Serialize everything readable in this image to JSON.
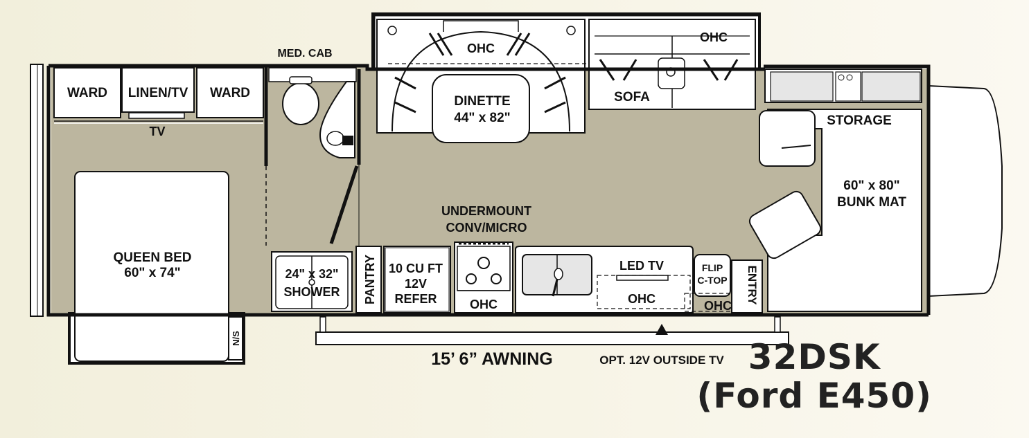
{
  "labels": {
    "med_cab": "MED. CAB",
    "ward_left": "WARD",
    "linen_tv": "LINEN/TV",
    "ward_right": "WARD",
    "tv": "TV",
    "queen_bed_1": "QUEEN BED",
    "queen_bed_2": "60\" x 74\"",
    "ns": "N/S",
    "shower_1": "24\" x 32\"",
    "shower_2": "SHOWER",
    "pantry": "PANTRY",
    "refer_1": "10 CU FT",
    "refer_2": "12V",
    "refer_3": "REFER",
    "ohc_stove": "OHC",
    "undermount_1": "UNDERMOUNT",
    "undermount_2": "CONV/MICRO",
    "dinette_ohc": "OHC",
    "dinette_1": "DINETTE",
    "dinette_2": "44\" x 82\"",
    "sofa_ohc": "OHC",
    "sofa": "SOFA",
    "led_tv": "LED TV",
    "ohc_led": "OHC",
    "flip_1": "FLIP",
    "flip_2": "C-TOP",
    "ohc_entry": "OHC",
    "entry": "ENTRY",
    "storage": "STORAGE",
    "bunk_1": "60\" x 80\"",
    "bunk_2": "BUNK MAT",
    "awning": "15’ 6” AWNING",
    "outside_tv": "OPT. 12V OUTSIDE TV"
  },
  "model": {
    "name": "32DSK",
    "chassis": "(Ford E450)"
  },
  "colors": {
    "floor": "#bcb69f",
    "wall": "#111111",
    "fixture": "#ffffff",
    "counter_gray": "#e6e6e6"
  }
}
